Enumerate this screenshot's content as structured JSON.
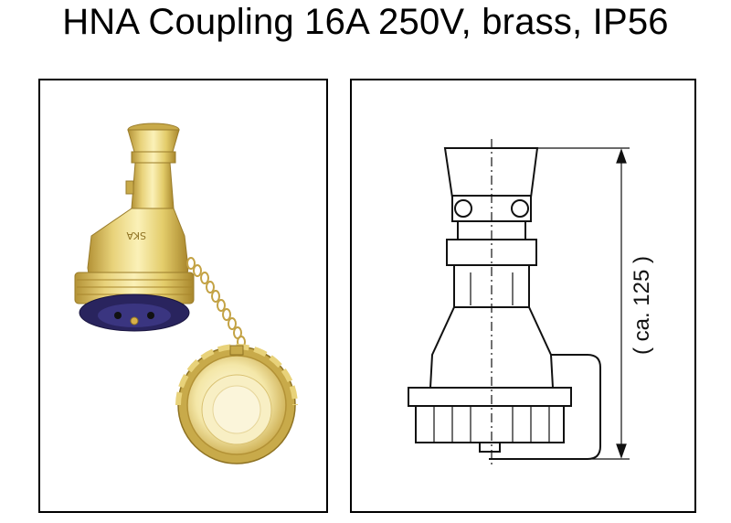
{
  "title": "HNA Coupling 16A 250V, brass, IP56",
  "photo": {
    "engraving": "SKA"
  },
  "drawing": {
    "dimension_label": "( ca. 125 )"
  },
  "colors": {
    "brass_light": "#fbf1b8",
    "brass_mid": "#e3cc6a",
    "brass_dark": "#b39236",
    "gasket": "#29245e",
    "line": "#111111"
  }
}
